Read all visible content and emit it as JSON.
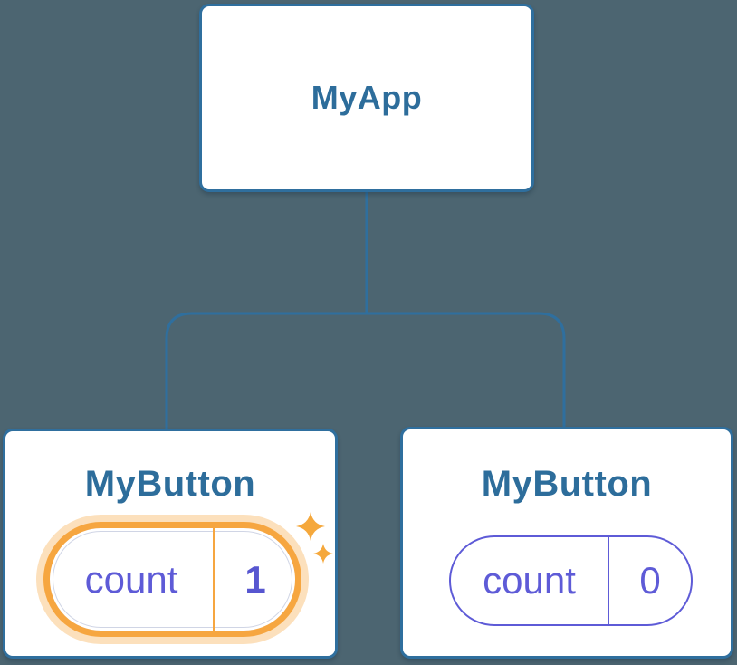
{
  "diagram": {
    "description": "React component tree showing isolated state",
    "tree": {
      "root": {
        "label": "MyApp"
      },
      "children": [
        {
          "label": "MyButton",
          "state": {
            "name": "count",
            "value": "1"
          },
          "highlighted": true
        },
        {
          "label": "MyButton",
          "state": {
            "name": "count",
            "value": "0"
          },
          "highlighted": false
        }
      ]
    },
    "colors": {
      "background": "#4C6571",
      "node_border": "#2F6F9E",
      "node_text": "#2D6D9B",
      "state_purple": "#5E5BD7",
      "highlight_orange": "#F6A640",
      "highlight_halo": "#FBDFB2",
      "sparkle": "#F5A83C"
    }
  }
}
